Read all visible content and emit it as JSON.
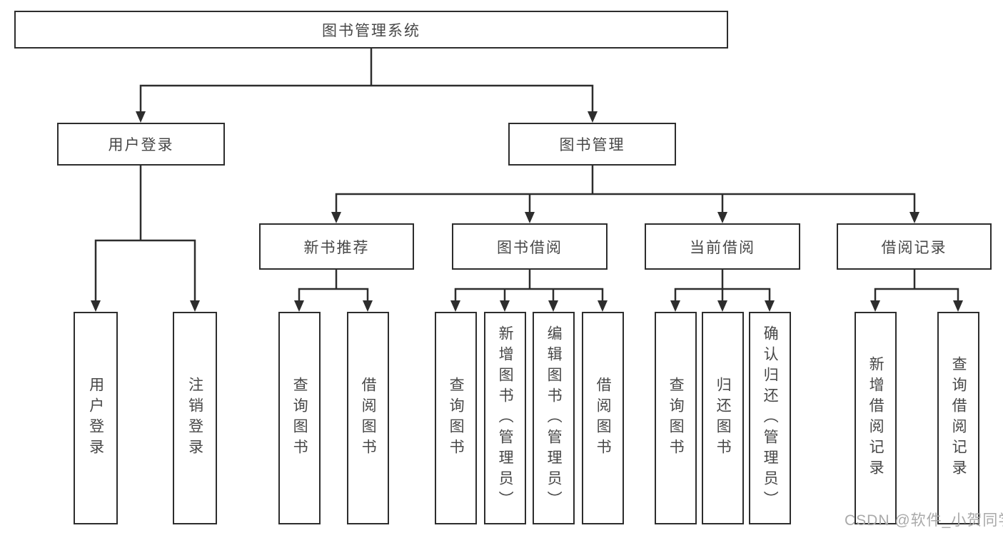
{
  "diagram": {
    "root": {
      "label": "图书管理系统"
    },
    "level2": [
      {
        "label": "用户登录"
      },
      {
        "label": "图书管理"
      }
    ],
    "level3": [
      {
        "label": "新书推荐"
      },
      {
        "label": "图书借阅"
      },
      {
        "label": "当前借阅"
      },
      {
        "label": "借阅记录"
      }
    ],
    "leaves": [
      {
        "label": "用户登录"
      },
      {
        "label": "注销登录"
      },
      {
        "label": "查询图书"
      },
      {
        "label": "借阅图书"
      },
      {
        "label": "查询图书"
      },
      {
        "label": "新增图书（管理员）"
      },
      {
        "label": "编辑图书（管理员）"
      },
      {
        "label": "借阅图书"
      },
      {
        "label": "查询图书"
      },
      {
        "label": "归还图书"
      },
      {
        "label": "确认归还（管理员）"
      },
      {
        "label": "新增借阅记录"
      },
      {
        "label": "查询借阅记录"
      }
    ]
  },
  "watermark": {
    "text": "CSDN @软件_小贺同学"
  },
  "colors": {
    "line": "#2d2d2d",
    "text": "#474747",
    "watermark": "#a9a9a9",
    "background": "#ffffff"
  }
}
